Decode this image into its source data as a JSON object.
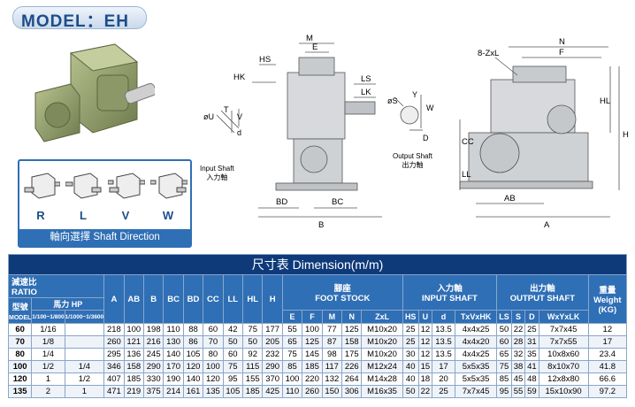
{
  "title": "MODEL：EH",
  "shaft_direction": {
    "options": [
      "R",
      "L",
      "V",
      "W"
    ],
    "caption": "軸向選擇 Shaft Direction"
  },
  "drawing": {
    "labels": {
      "HS": "HS",
      "M": "M",
      "E": "E",
      "HK": "HK",
      "LS": "LS",
      "LK": "LK",
      "T": "T",
      "V": "V",
      "U": "øU",
      "d": "d",
      "S": "øS",
      "Y": "Y",
      "W": "W",
      "D": "D",
      "BD": "BD",
      "BC": "BC",
      "B": "B",
      "N": "N",
      "F": "F",
      "ZxL": "8-ZxL",
      "HL": "HL",
      "H": "H",
      "CC": "CC",
      "LL": "LL",
      "AB": "AB",
      "A": "A"
    },
    "input_caption_en": "Input Shaft",
    "input_caption_zh": "入力軸",
    "output_caption_en": "Output Shaft",
    "output_caption_zh": "出力軸"
  },
  "table": {
    "title": "尺寸表  Dimension(m/m)",
    "ratio_zh": "減速比",
    "ratio_en": "RATIO",
    "hp_zh": "馬力",
    "hp_en": "HP",
    "model_zh": "型號",
    "model_en": "MODEL",
    "hp_col1": "1/100~1/800",
    "hp_col2": "1/1000~1/3600",
    "foot_stock_zh": "腳座",
    "foot_stock_en": "FOOT STOCK",
    "input_zh": "入力軸",
    "input_en": "INPUT SHAFT",
    "output_zh": "出力軸",
    "output_en": "OUTPUT SHAFT",
    "weight_zh": "重量",
    "weight_en": "Weight",
    "weight_unit": "(KG)",
    "main_cols": [
      "A",
      "AB",
      "B",
      "BC",
      "BD",
      "CC",
      "LL",
      "HL",
      "H"
    ],
    "foot_cols": [
      "E",
      "F",
      "M",
      "N",
      "ZxL"
    ],
    "input_cols": [
      "HS",
      "U",
      "d",
      "TxVxHK"
    ],
    "output_cols": [
      "LS",
      "S",
      "D",
      "WxYxLK"
    ],
    "rows": [
      [
        "60",
        "1/16",
        "",
        "218",
        "100",
        "198",
        "110",
        "88",
        "60",
        "42",
        "75",
        "177",
        "55",
        "100",
        "77",
        "125",
        "M10x20",
        "25",
        "12",
        "13.5",
        "4x4x25",
        "50",
        "22",
        "25",
        "7x7x45",
        "12"
      ],
      [
        "70",
        "1/8",
        "",
        "260",
        "121",
        "216",
        "130",
        "86",
        "70",
        "50",
        "50",
        "205",
        "65",
        "125",
        "87",
        "158",
        "M10x20",
        "25",
        "12",
        "13.5",
        "4x4x20",
        "60",
        "28",
        "31",
        "7x7x55",
        "17"
      ],
      [
        "80",
        "1/4",
        "",
        "295",
        "136",
        "245",
        "140",
        "105",
        "80",
        "60",
        "92",
        "232",
        "75",
        "145",
        "98",
        "175",
        "M10x20",
        "30",
        "12",
        "13.5",
        "4x4x25",
        "65",
        "32",
        "35",
        "10x8x60",
        "23.4"
      ],
      [
        "100",
        "1/2",
        "1/4",
        "346",
        "158",
        "290",
        "170",
        "120",
        "100",
        "75",
        "115",
        "290",
        "85",
        "185",
        "117",
        "226",
        "M12x24",
        "40",
        "15",
        "17",
        "5x5x35",
        "75",
        "38",
        "41",
        "8x10x70",
        "41.8"
      ],
      [
        "120",
        "1",
        "1/2",
        "407",
        "185",
        "330",
        "190",
        "140",
        "120",
        "95",
        "155",
        "370",
        "100",
        "220",
        "132",
        "264",
        "M14x28",
        "40",
        "18",
        "20",
        "5x5x35",
        "85",
        "45",
        "48",
        "12x8x80",
        "66.6"
      ],
      [
        "135",
        "2",
        "1",
        "471",
        "219",
        "375",
        "214",
        "161",
        "135",
        "105",
        "185",
        "425",
        "110",
        "260",
        "150",
        "306",
        "M16x35",
        "50",
        "22",
        "25",
        "7x7x45",
        "95",
        "55",
        "59",
        "15x10x90",
        "97.2"
      ]
    ]
  },
  "colors": {
    "accent": "#2f6fb5",
    "dark": "#0e3a7a",
    "gear_green": "#8a9a6a",
    "title_text": "#1d4d8a"
  }
}
